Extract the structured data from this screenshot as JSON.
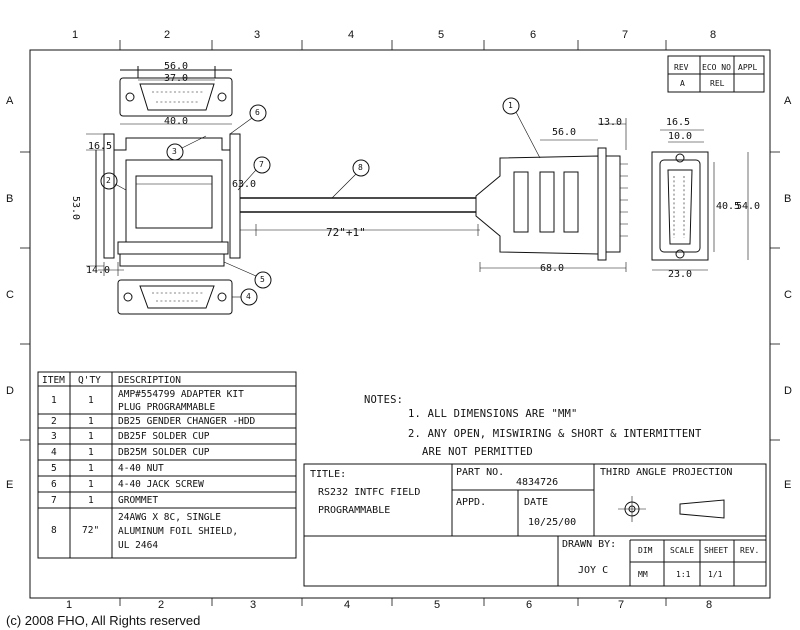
{
  "zones": {
    "top": [
      "1",
      "2",
      "3",
      "4",
      "5",
      "6",
      "7",
      "8"
    ],
    "bottom": [
      "1",
      "2",
      "3",
      "4",
      "5",
      "6",
      "7",
      "8"
    ],
    "left": [
      "A",
      "B",
      "C",
      "D",
      "E"
    ],
    "right": [
      "A",
      "B",
      "C",
      "D",
      "E"
    ]
  },
  "revision_block": {
    "headers": [
      "REV",
      "ECO NO",
      "APPL"
    ],
    "values": [
      "A",
      "REL",
      ""
    ]
  },
  "dimensions": {
    "d56_top": "56.0",
    "d37": "37.0",
    "d40": "40.0",
    "d16_5_left": "16.5",
    "d53": "53.0",
    "d14": "14.0",
    "d63": "63.0",
    "length": "72\"+1\"",
    "d56_right": "56.0",
    "d13": "13.0",
    "d68": "68.0",
    "d16_5_right": "16.5",
    "d10": "10.0",
    "d40_5": "40.5",
    "d54": "54.0",
    "d23": "23.0"
  },
  "balloons": [
    "1",
    "2",
    "3",
    "4",
    "5",
    "6",
    "7",
    "8"
  ],
  "bom": {
    "headers": [
      "ITEM",
      "Q'TY",
      "DESCRIPTION"
    ],
    "rows": [
      {
        "item": "1",
        "qty": "1",
        "desc": [
          "AMP#554799 ADAPTER KIT",
          "PLUG PROGRAMMABLE"
        ]
      },
      {
        "item": "2",
        "qty": "1",
        "desc": [
          "DB25 GENDER CHANGER -HDD"
        ]
      },
      {
        "item": "3",
        "qty": "1",
        "desc": [
          "DB25F SOLDER CUP"
        ]
      },
      {
        "item": "4",
        "qty": "1",
        "desc": [
          "DB25M SOLDER CUP"
        ]
      },
      {
        "item": "5",
        "qty": "1",
        "desc": [
          "4-40 NUT"
        ]
      },
      {
        "item": "6",
        "qty": "1",
        "desc": [
          "4-40 JACK SCREW"
        ]
      },
      {
        "item": "7",
        "qty": "1",
        "desc": [
          "GROMMET"
        ]
      },
      {
        "item": "8",
        "qty": "72\"",
        "desc": [
          "24AWG X 8C, SINGLE",
          "ALUMINUM FOIL SHIELD,",
          "UL 2464"
        ]
      }
    ]
  },
  "notes": {
    "heading": "NOTES:",
    "items": [
      "1. ALL DIMENSIONS ARE \"MM\"",
      "2. ANY OPEN, MISWIRING & SHORT & INTERMITTENT",
      "ARE NOT PERMITTED"
    ]
  },
  "title_block": {
    "title_label": "TITLE:",
    "title_lines": [
      "RS232 INTFC FIELD",
      "PROGRAMMABLE"
    ],
    "part_no_label": "PART NO.",
    "part_no": "4834726",
    "projection_label": "THIRD ANGLE PROJECTION",
    "appd_label": "APPD.",
    "date_label": "DATE",
    "date": "10/25/00",
    "drawn_by_label": "DRAWN BY:",
    "drawn_by": "JOY C",
    "dim_label": "DIM",
    "dim": "MM",
    "scale_label": "SCALE",
    "scale": "1:1",
    "sheet_label": "SHEET",
    "sheet": "1/1",
    "rev_label": "REV."
  },
  "copyright": "(c) 2008 FHO, All Rights reserved"
}
